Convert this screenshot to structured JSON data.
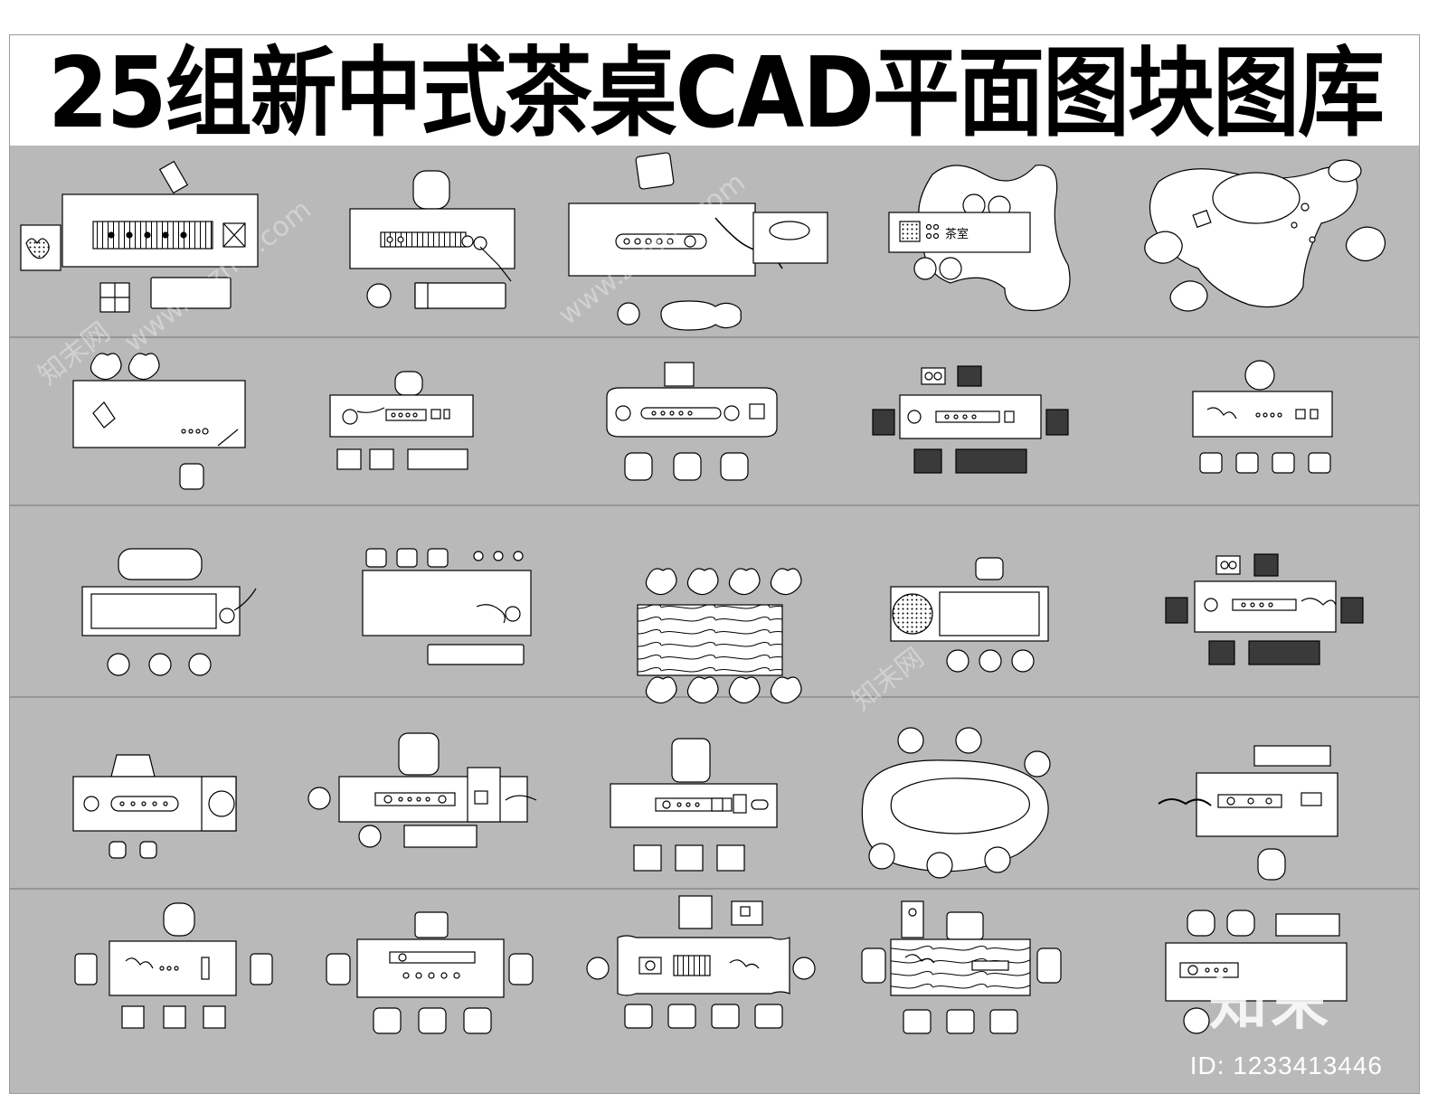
{
  "title": "25组新中式茶桌CAD平面图块图库",
  "colors": {
    "background": "#b9b9b9",
    "furniture_fill": "#ffffff",
    "line": "#000000",
    "dark_cushion": "#3a3a3a",
    "watermark": "#ffffff"
  },
  "plans": {
    "tea_room_label": "茶室"
  },
  "watermark": {
    "logo_text": "知末",
    "id_text": "ID: 1233413446",
    "site_text": "www.znzmo.com",
    "cn_text": "知末网"
  }
}
